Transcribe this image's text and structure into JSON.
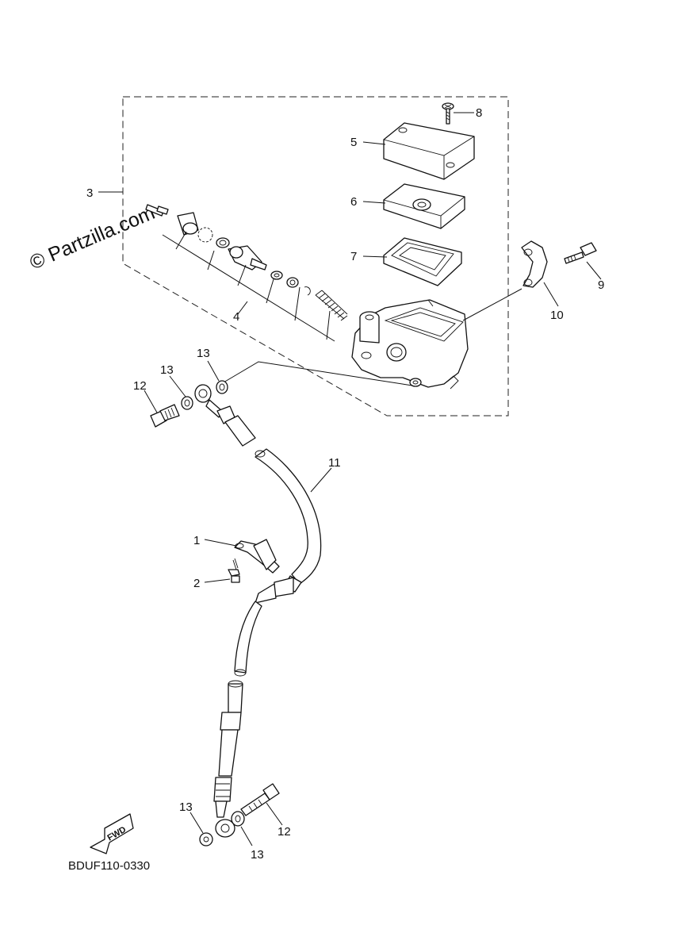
{
  "watermark": "© Partzilla.com",
  "diagram_code": "BDUF110-0330",
  "fwd_label": "FWD",
  "callouts": [
    {
      "id": "c1",
      "text": "1"
    },
    {
      "id": "c2",
      "text": "2"
    },
    {
      "id": "c3",
      "text": "3"
    },
    {
      "id": "c4",
      "text": "4"
    },
    {
      "id": "c5",
      "text": "5"
    },
    {
      "id": "c6",
      "text": "6"
    },
    {
      "id": "c7",
      "text": "7"
    },
    {
      "id": "c8",
      "text": "8"
    },
    {
      "id": "c9",
      "text": "9"
    },
    {
      "id": "c10",
      "text": "10"
    },
    {
      "id": "c11",
      "text": "11"
    },
    {
      "id": "c12a",
      "text": "12"
    },
    {
      "id": "c12b",
      "text": "12"
    },
    {
      "id": "c13a",
      "text": "13"
    },
    {
      "id": "c13b",
      "text": "13"
    },
    {
      "id": "c13c",
      "text": "13"
    },
    {
      "id": "c13d",
      "text": "13"
    }
  ]
}
